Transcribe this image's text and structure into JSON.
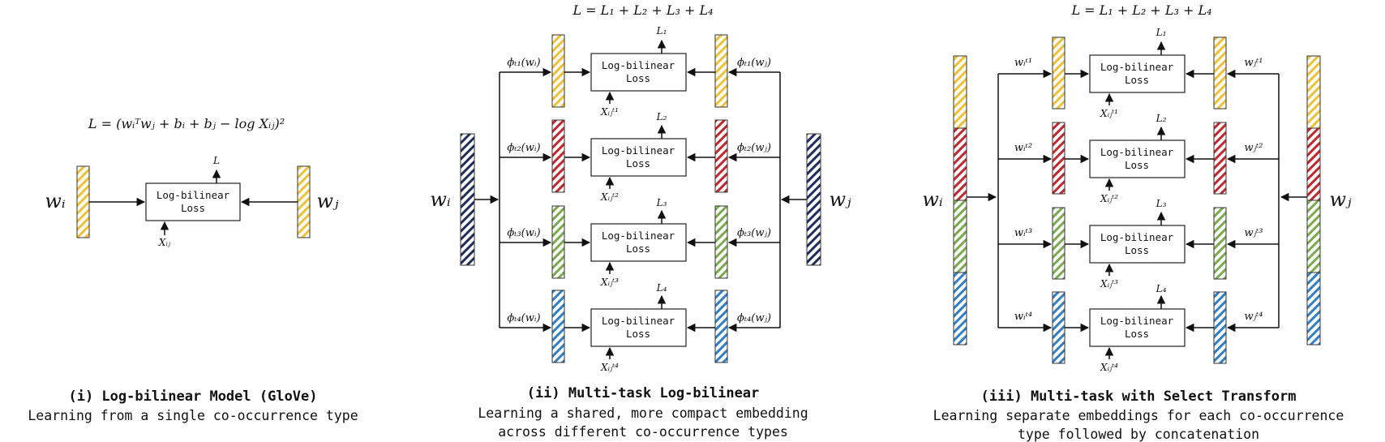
{
  "colors": {
    "yellow": "#f2c12e",
    "red": "#c8242c",
    "green": "#7aaa4a",
    "blue": "#2f7fc8",
    "navy": "#1e2d5c"
  },
  "box_label_line1": "Log-bilinear",
  "box_label_line2": "Loss",
  "panel1": {
    "equation": "L = (wᵢᵀwⱼ + bᵢ + bⱼ − log Xᵢⱼ)²",
    "input_left": "wᵢ",
    "input_right": "wⱼ",
    "output": "L",
    "cooc": "Xᵢⱼ",
    "caption_title": "(i) Log-bilinear Model (GloVe)",
    "caption_sub": "Learning from a single co-occurrence type"
  },
  "panel2": {
    "equation": "L = L₁ + L₂ + L₃ + L₄",
    "input_left": "wᵢ",
    "input_right": "wⱼ",
    "rows": [
      {
        "left": "ϕₜ₁(wᵢ)",
        "right": "ϕₜ₁(wⱼ)",
        "output": "L₁",
        "cooc": "Xᵢⱼᵗ¹"
      },
      {
        "left": "ϕₜ₂(wᵢ)",
        "right": "ϕₜ₂(wⱼ)",
        "output": "L₂",
        "cooc": "Xᵢⱼᵗ²"
      },
      {
        "left": "ϕₜ₃(wᵢ)",
        "right": "ϕₜ₃(wⱼ)",
        "output": "L₃",
        "cooc": "Xᵢⱼᵗ³"
      },
      {
        "left": "ϕₜ₄(wᵢ)",
        "right": "ϕₜ₄(wⱼ)",
        "output": "L₄",
        "cooc": "Xᵢⱼᵗ⁴"
      }
    ],
    "caption_title": "(ii) Multi-task Log-bilinear",
    "caption_sub1": "Learning a shared, more compact embedding",
    "caption_sub2": "across different co-occurrence types"
  },
  "panel3": {
    "equation": "L = L₁ + L₂ + L₃ + L₄",
    "input_left": "wᵢ",
    "input_right": "wⱼ",
    "rows": [
      {
        "left": "wᵢᵗ¹",
        "right": "wⱼᵗ¹",
        "output": "L₁",
        "cooc": "Xᵢⱼᵗ¹"
      },
      {
        "left": "wᵢᵗ²",
        "right": "wⱼᵗ²",
        "output": "L₂",
        "cooc": "Xᵢⱼᵗ²"
      },
      {
        "left": "wᵢᵗ³",
        "right": "wⱼᵗ³",
        "output": "L₃",
        "cooc": "Xᵢⱼᵗ³"
      },
      {
        "left": "wᵢᵗ⁴",
        "right": "wⱼᵗ⁴",
        "output": "L₄",
        "cooc": "Xᵢⱼᵗ⁴"
      }
    ],
    "caption_title": "(iii) Multi-task with Select Transform",
    "caption_sub1": "Learning separate embeddings for each co-occurrence",
    "caption_sub2": "type followed by concatenation"
  }
}
